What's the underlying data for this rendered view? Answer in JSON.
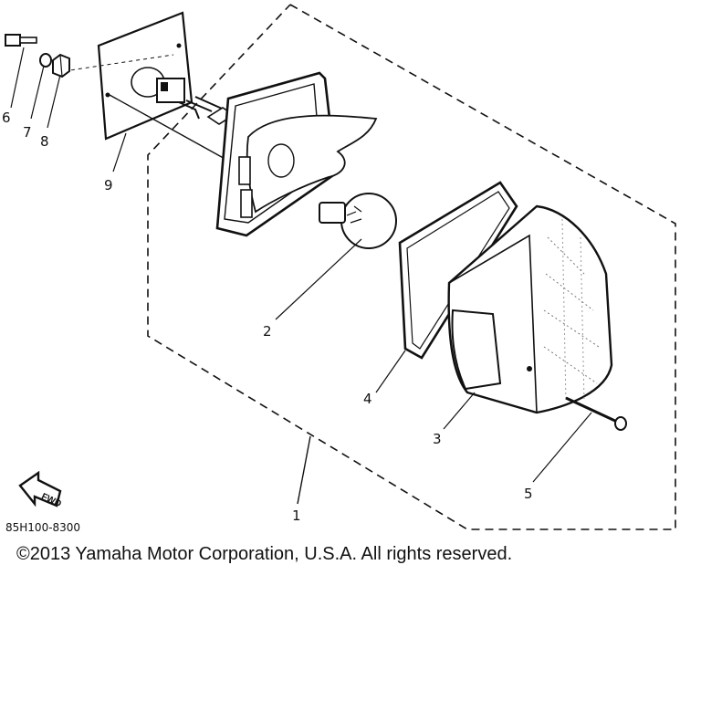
{
  "diagram": {
    "callouts": [
      {
        "id": "callout-1",
        "label": "1"
      },
      {
        "id": "callout-2",
        "label": "2"
      },
      {
        "id": "callout-3",
        "label": "3"
      },
      {
        "id": "callout-4",
        "label": "4"
      },
      {
        "id": "callout-5",
        "label": "5"
      },
      {
        "id": "callout-6",
        "label": "6"
      },
      {
        "id": "callout-7",
        "label": "7"
      },
      {
        "id": "callout-8",
        "label": "8"
      },
      {
        "id": "callout-9",
        "label": "9"
      }
    ],
    "fwd_label": "FWD",
    "drawing_code": "85H100-8300"
  },
  "footer": {
    "copyright": "©2013 Yamaha Motor Corporation, U.S.A. All rights reserved."
  }
}
